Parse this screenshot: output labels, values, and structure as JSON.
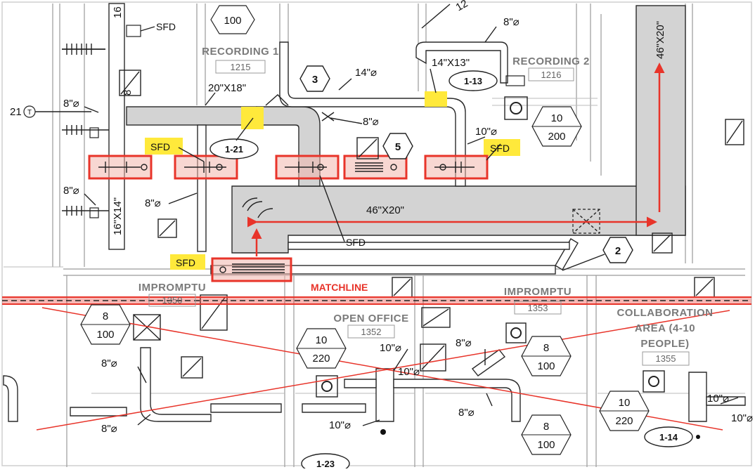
{
  "rooms": {
    "recording1": {
      "name": "RECORDING 1",
      "number": "1215"
    },
    "recording2": {
      "name": "RECORDING 2",
      "number": "1216"
    },
    "impromptu_left": {
      "name": "IMPROMPTU",
      "number": "1350"
    },
    "open_office": {
      "name": "OPEN OFFICE",
      "number": "1352"
    },
    "impromptu_right": {
      "name": "IMPROMPTU",
      "number": "1353"
    },
    "collaboration": {
      "line1": "COLLABORATION",
      "line2": "AREA (4-10",
      "line3": "PEOPLE)",
      "number": "1355"
    }
  },
  "duct_sizes": {
    "d46x20_horizontal": "46\"X20\"",
    "d46x20_vertical": "46\"X20\"",
    "d20x18": "20\"X18\"",
    "d16x14": "16\"X14\"",
    "d14x13": "14\"X13\"",
    "d14": "14\"⌀",
    "d8_a": "8\"⌀",
    "d8_b": "8\"⌀",
    "d8_c": "8\"⌀",
    "d8_d": "8\"⌀",
    "d8_e": "8\"⌀",
    "d8_f": "8\"⌀",
    "d8_g": "8\"⌀",
    "d8_h": "8\"⌀",
    "d8_i": "8\"⌀",
    "d10_a": "10\"⌀",
    "d10_b": "10\"⌀",
    "d10_c": "10\"⌀",
    "d10_d": "10\"⌀",
    "d10_e": "10\"⌀",
    "d10_f": "10\"⌀",
    "d16_top": "16",
    "d8_vert": "8",
    "d12_top": "12"
  },
  "tags": {
    "hex3": "3",
    "hex5": "5",
    "hex2": "2",
    "t1_13": "1-13",
    "t1_21": "1-21",
    "t1_14": "1-14",
    "t1_23": "1-23",
    "circle21": "21",
    "circle21_symbol": "T"
  },
  "diffuser_tags": {
    "top_100": {
      "bottom": "100"
    },
    "rec2": {
      "top": "10",
      "bottom": "200"
    },
    "imp_left": {
      "top": "8",
      "bottom": "100"
    },
    "open_office": {
      "top": "10",
      "bottom": "220"
    },
    "right_mid": {
      "top": "8",
      "bottom": "100"
    },
    "bottom_mid": {
      "top": "8",
      "bottom": "100"
    },
    "collab": {
      "top": "10",
      "bottom": "220"
    }
  },
  "sfd_labels": {
    "top_left": "SFD",
    "highlight_left": "SFD",
    "highlight_right": "SFD",
    "highlight_bottom": "SFD",
    "callout_bottom": "SFD"
  },
  "matchline": "MATCHLINE",
  "colors": {
    "annotation_red": "#e8342a",
    "highlight_yellow": "#ffe93b",
    "duct_gray": "#d3d3d3"
  }
}
